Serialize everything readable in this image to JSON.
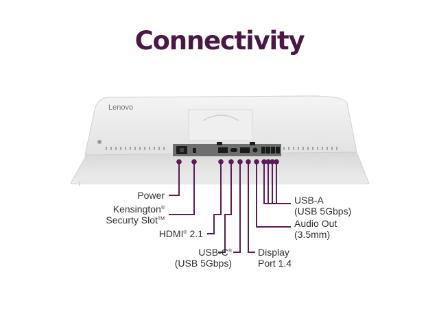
{
  "title": "Connectivity",
  "brand": "Lenovo",
  "accent_color": "#5b1a55",
  "labels": {
    "power": "Power",
    "kensington_line1": "Kensington",
    "kensington_mark1": "®",
    "kensington_line2": "Securty Slot",
    "kensington_mark2": "TM",
    "hdmi": "HDMI",
    "hdmi_mark": "®",
    "hdmi_version": " 2.1",
    "usbc_line1": "USB-C",
    "usbc_mark": "®",
    "usbc_line2": "(USB 5Gbps)",
    "displayport_line1": "Display",
    "displayport_line2": "Port 1.4",
    "audio_line1": "Audio Out",
    "audio_line2": "(3.5mm)",
    "usba_line1": "USB-A",
    "usba_line2": "(USB 5Gbps)"
  }
}
